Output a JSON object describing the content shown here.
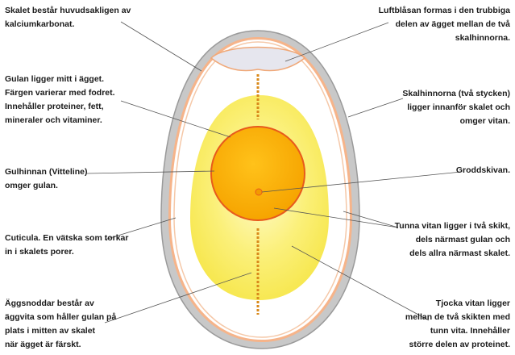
{
  "labels": {
    "shell": [
      "Skalet består huvudsakligen av",
      "kalciumkarbonat."
    ],
    "air_cell": [
      "Luftblåsan formas i den trubbiga",
      "delen av ägget mellan de två",
      "skalhinnorna."
    ],
    "yolk": [
      "Gulan ligger mitt i ägget.",
      "Färgen varierar med fodret.",
      "Innehåller proteiner, fett,",
      "mineraler och vitaminer."
    ],
    "membranes": [
      "Skalhinnorna (två stycken)",
      "ligger innanför skalet och",
      "omger vitan."
    ],
    "vitelline": [
      "Gulhinnan (Vitteline)",
      "omger gulan."
    ],
    "germinal_disc": [
      "Groddskivan."
    ],
    "thin_white": [
      "Tunna vitan ligger i två skikt,",
      "dels närmast gulan och",
      "dels allra närmast skalet."
    ],
    "cuticle": [
      "Cuticula. En vätska som torkar",
      "in i skalets porer."
    ],
    "chalazae": [
      "Äggsnoddar består av",
      "äggvita som håller gulan på",
      "plats i mitten av skalet",
      "när ägget är färskt."
    ],
    "thick_white": [
      "Tjocka vitan ligger",
      "mellan de två skikten med",
      "tunn vita. Innehåller",
      "större delen av proteinet."
    ]
  },
  "colors": {
    "shell": "#bfbfbf",
    "membrane": "#f0a878",
    "air_cell": "#e6e6ee",
    "thin_white": "#ffffff",
    "thick_white": "#fbf07a",
    "yolk": "#fbb400",
    "yolk_border": "#e85a1c",
    "chalaza": "#d98a1c",
    "leader_line": "#555555"
  }
}
